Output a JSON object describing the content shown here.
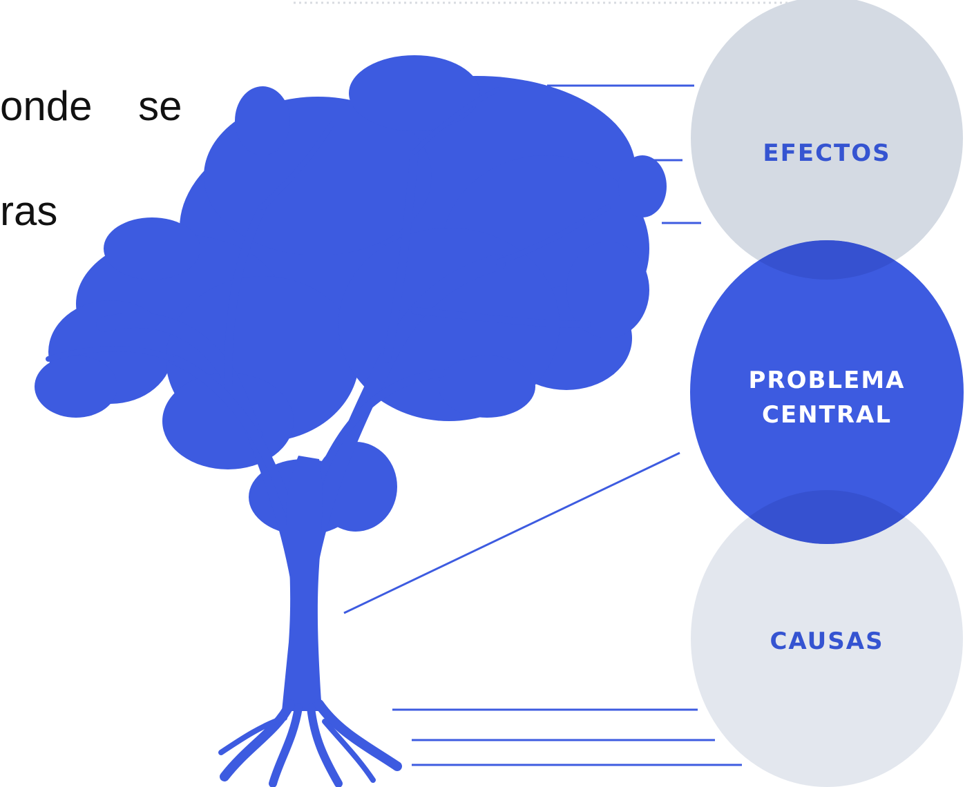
{
  "text_fragments": [
    "onde    se",
    "ras"
  ],
  "circles": {
    "effects": "EFECTOS",
    "problem_line1": "PROBLEMA",
    "problem_line2": "CENTRAL",
    "causes": "CAUSAS"
  },
  "colors": {
    "tree": "#3d5be0",
    "effects_circle": "#d4dae3",
    "problem_circle": "#3d5be0",
    "causes_circle": "#e3e7ee",
    "label_blue": "#3554d1",
    "label_white": "#ffffff",
    "text": "#111111"
  },
  "icons": [
    "tree-illustration"
  ]
}
